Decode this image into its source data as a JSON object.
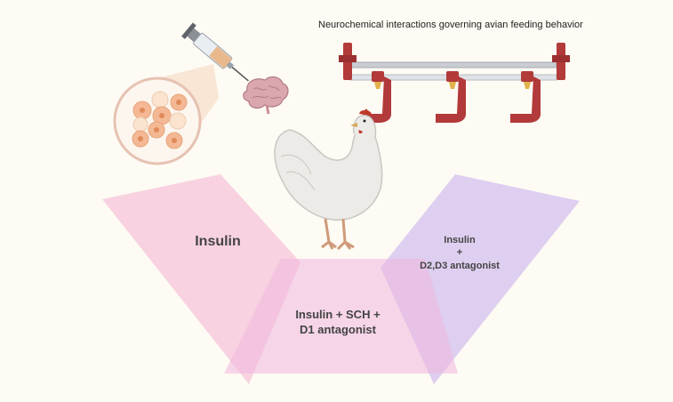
{
  "title": "Neurochemical interactions governing avian feeding behavior",
  "regions": {
    "left": {
      "lines": [
        "Insulin"
      ]
    },
    "center": {
      "lines": [
        "Insulin + SCH +",
        "D1 antagonist"
      ]
    },
    "right": {
      "lines": [
        "Insulin",
        "+",
        "D2,D3 antagonist"
      ]
    }
  },
  "colors": {
    "background": "#fdfbf3",
    "pink_panel": "#f7c6de",
    "purple_panel": "#d7c6f0",
    "feeder_red": "#b23a3a",
    "feeder_bar": "#c9ccd1",
    "nipple_gold": "#e2b34a",
    "cell_fill": "#f6c9a8",
    "brain_fill": "#d9a7ad",
    "chicken_body": "#ecebe8",
    "chicken_comb": "#c0392b",
    "chicken_legs": "#cf9a7a"
  },
  "icons": [
    "syringe-icon",
    "cell-culture-icon",
    "brain-icon",
    "chicken-icon",
    "nipple-drinker-icon"
  ]
}
